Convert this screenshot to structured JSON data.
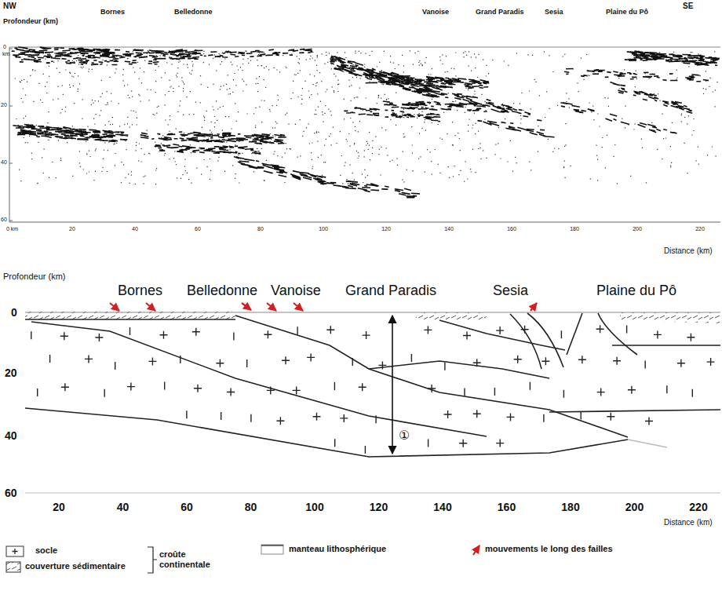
{
  "diagram": {
    "labels": [
      "NW",
      "Bornes",
      "Belledonne",
      "Vanoise",
      "Grand Paradis",
      "Sesia",
      "Plaine du Pô",
      "SE",
      "Profondeur (km)",
      "0",
      "km",
      "20",
      "40",
      "60",
      "0 km",
      "20",
      "40",
      "60",
      "80",
      "100",
      "120",
      "140",
      "160",
      "180",
      "200",
      "220",
      "Distance (km)",
      "Profondeur (km)",
      "Bornes",
      "Belledonne",
      "Vanoise",
      "Grand Paradis",
      "Sesia",
      "Plaine du Pô",
      "0",
      "20",
      "40",
      "60",
      "20",
      "40",
      "60",
      "80",
      "100",
      "120",
      "140",
      "160",
      "180",
      "200",
      "220",
      "Distance (km)",
      "①",
      "croûte continentale"
    ],
    "legend": [
      {
        "text": "socle"
      },
      {
        "text": "couverture sédimentaire"
      },
      {
        "text": "manteau lithosphérique"
      },
      {
        "text": "mouvements le long des failles"
      }
    ]
  }
}
